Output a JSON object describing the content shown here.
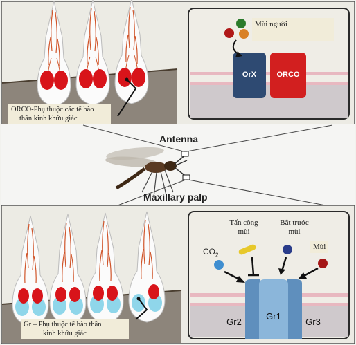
{
  "top_panel": {
    "label_smell": "Mùi người",
    "receptor_orx": "OrX",
    "receptor_orco": "ORCO",
    "caption": [
      "ORCO-Phụ thuộc các tế bào",
      "thần kinh khứu giác"
    ]
  },
  "middle": {
    "antenna_label": "Antenna",
    "palp_label": "Maxillary palp"
  },
  "bottom_panel": {
    "attack_label": [
      "Tấn công",
      "mùi"
    ],
    "block_label": [
      "Bắt trước",
      "mùi"
    ],
    "smell_label": "Mùi",
    "co2_label": "CO",
    "co2_sub": "2",
    "receptors": [
      "Gr2",
      "Gr1",
      "Gr3"
    ],
    "caption": [
      "Gr – Phụ thuộc tế bào thần",
      "kinh khứu giác"
    ]
  },
  "colors": {
    "orx": "#2e4a72",
    "orco": "#d21f1f",
    "gr_light": "#8bb6da",
    "gr_dark": "#5f8fbd",
    "membrane": "#e8b8c0"
  }
}
